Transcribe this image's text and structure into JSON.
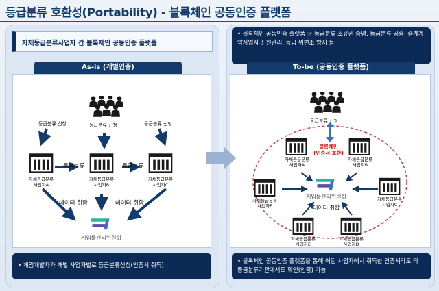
{
  "title": "등급분류 호환성(Portability) - 블록체인 공동인증 플랫폼",
  "asis": {
    "subtitle": "자체등급분류사업자 간 블록체인 공동인증 플랫폼",
    "tab": "As-is (개별인증)",
    "request_left": "등급분류 신청",
    "request_mid": "등급분류 신청",
    "request_right": "등급분류 신청",
    "between1": "등급분류",
    "between2": "등급분류",
    "biz_a": "자체등급분류\n사업자A",
    "biz_b": "자체등급분류\n사업자B",
    "biz_c": "자체등급분류\n사업자C",
    "data1": "데이터 취합",
    "data2": "데이터 취합",
    "logo": "게임물관리위원회",
    "bottom": "• 게임개발자가 개별 사업자별로 등급분류신청(인증서 취득)"
  },
  "tobe": {
    "note": "• 블록체인 공동인증 플랫폼 ☞ 등급분류 소유권 증명, 등급분류 공증, 중계계약사업자 신원관리, 등급 위변조 방지 등",
    "tab": "To-be (공동인증 플랫폼)",
    "request": "등급분류 신청",
    "chain_label": "블록체인\n(인증서 호환)",
    "biz_a": "자체등급분류\n사업자A",
    "biz_b": "자체등급분류\n사업자B",
    "biz_c": "자체등급분류\n사업자C",
    "biz_d": "자체등급분류\n사업자D",
    "biz_e": "자체등급분류\n사업자E",
    "biz_f": "자체등급분류\n사업자F",
    "data": "데이터 취합",
    "logo": "게임물관리위원회",
    "bottom": "• 블록체인 공동인증 플랫폼을 통해 어떤 사업자에서 취득한 인증서라도 타 등급분류기관에서도 확인(인증) 가능"
  },
  "colors": {
    "navy": "#0b2a55",
    "accent": "#123a6b",
    "red": "#dd1111",
    "teal": "#2bb3a6",
    "purple": "#5b4aa8"
  }
}
